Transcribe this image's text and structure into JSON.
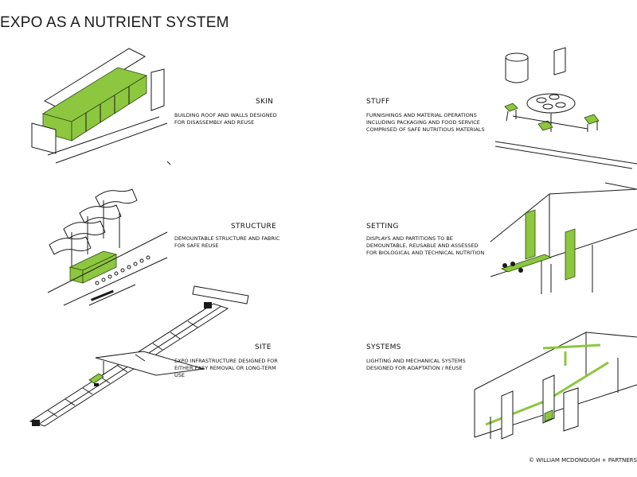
{
  "title": "EXPO AS A NUTRIENT SYSTEM",
  "colors": {
    "accent_green": "#8dc63f",
    "line": "#1a1a1a",
    "background": "#ffffff"
  },
  "panels": {
    "skin": {
      "heading": "SKIN",
      "description": "BUILDING ROOF AND WALLS DESIGNED\nFOR DISASSEMBLY AND REUSE"
    },
    "structure": {
      "heading": "STRUCTURE",
      "description": "DEMOUNTABLE STRUCTURE AND FABRIC\nFOR SAFE REUSE"
    },
    "site": {
      "heading": "SITE",
      "description": "EXPO INFRASTRUCTURE DESIGNED FOR\nEITHER EASY REMOVAL OR LONG-TERM\nUSE"
    },
    "stuff": {
      "heading": "STUFF",
      "description": "FURNISHINGS AND MATERIAL OPERATIONS\nINCLUDING PACKAGING AND FOOD SERVICE\nCOMPRISED OF SAFE NUTRITIOUS MATERIALS"
    },
    "setting": {
      "heading": "SETTING",
      "description": "DISPLAYS AND PARTITIONS TO BE\nDEMOUNTABLE, REUSABLE AND ASSESSED\nFOR BIOLOGICAL AND TECHNICAL NUTRITION"
    },
    "systems": {
      "heading": "SYSTEMS",
      "description": "LIGHTING AND MECHANICAL SYSTEMS\nDESIGNED FOR ADAPTATION / REUSE"
    }
  },
  "credit": "© WILLIAM MCDONOUGH + PARTNERS"
}
